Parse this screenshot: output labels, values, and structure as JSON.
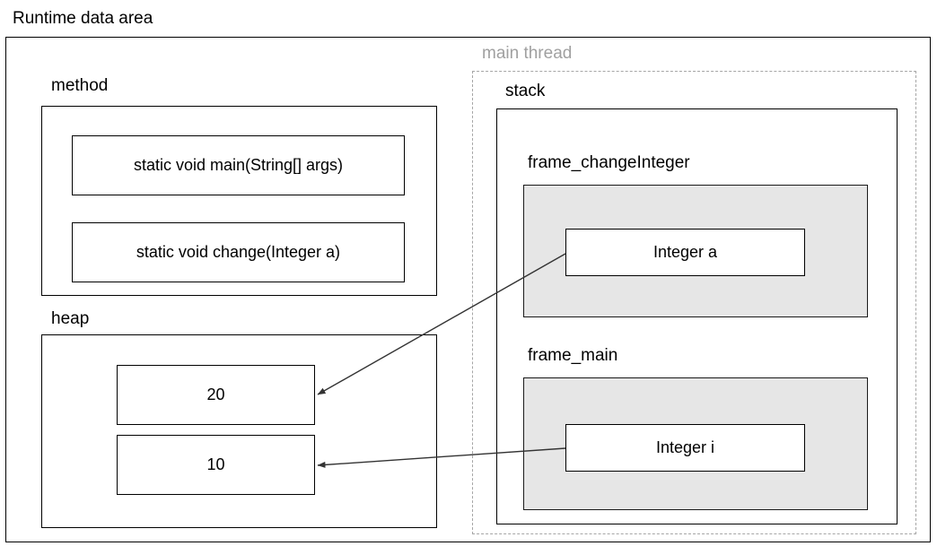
{
  "diagram": {
    "title": "Runtime data area",
    "regions": {
      "method": {
        "label": "method",
        "entries": [
          {
            "text": "static void main(String[] args)"
          },
          {
            "text": "static void change(Integer a)"
          }
        ]
      },
      "heap": {
        "label": "heap",
        "objects": [
          {
            "value": "20"
          },
          {
            "value": "10"
          }
        ]
      },
      "main_thread": {
        "label": "main thread",
        "label_color": "#a0a0a0",
        "stack": {
          "label": "stack",
          "frames": [
            {
              "label": "frame_changeInteger",
              "variables": [
                {
                  "text": "Integer a"
                }
              ]
            },
            {
              "label": "frame_main",
              "variables": [
                {
                  "text": "Integer i"
                }
              ]
            }
          ]
        }
      }
    },
    "references": [
      {
        "from": "Integer a",
        "to": "20"
      },
      {
        "from": "Integer i",
        "to": "10"
      }
    ],
    "colors": {
      "frame_fill": "#e6e6e6",
      "border": "#000000",
      "dashed_border": "#a6a6a6",
      "arrow": "#333333"
    }
  }
}
